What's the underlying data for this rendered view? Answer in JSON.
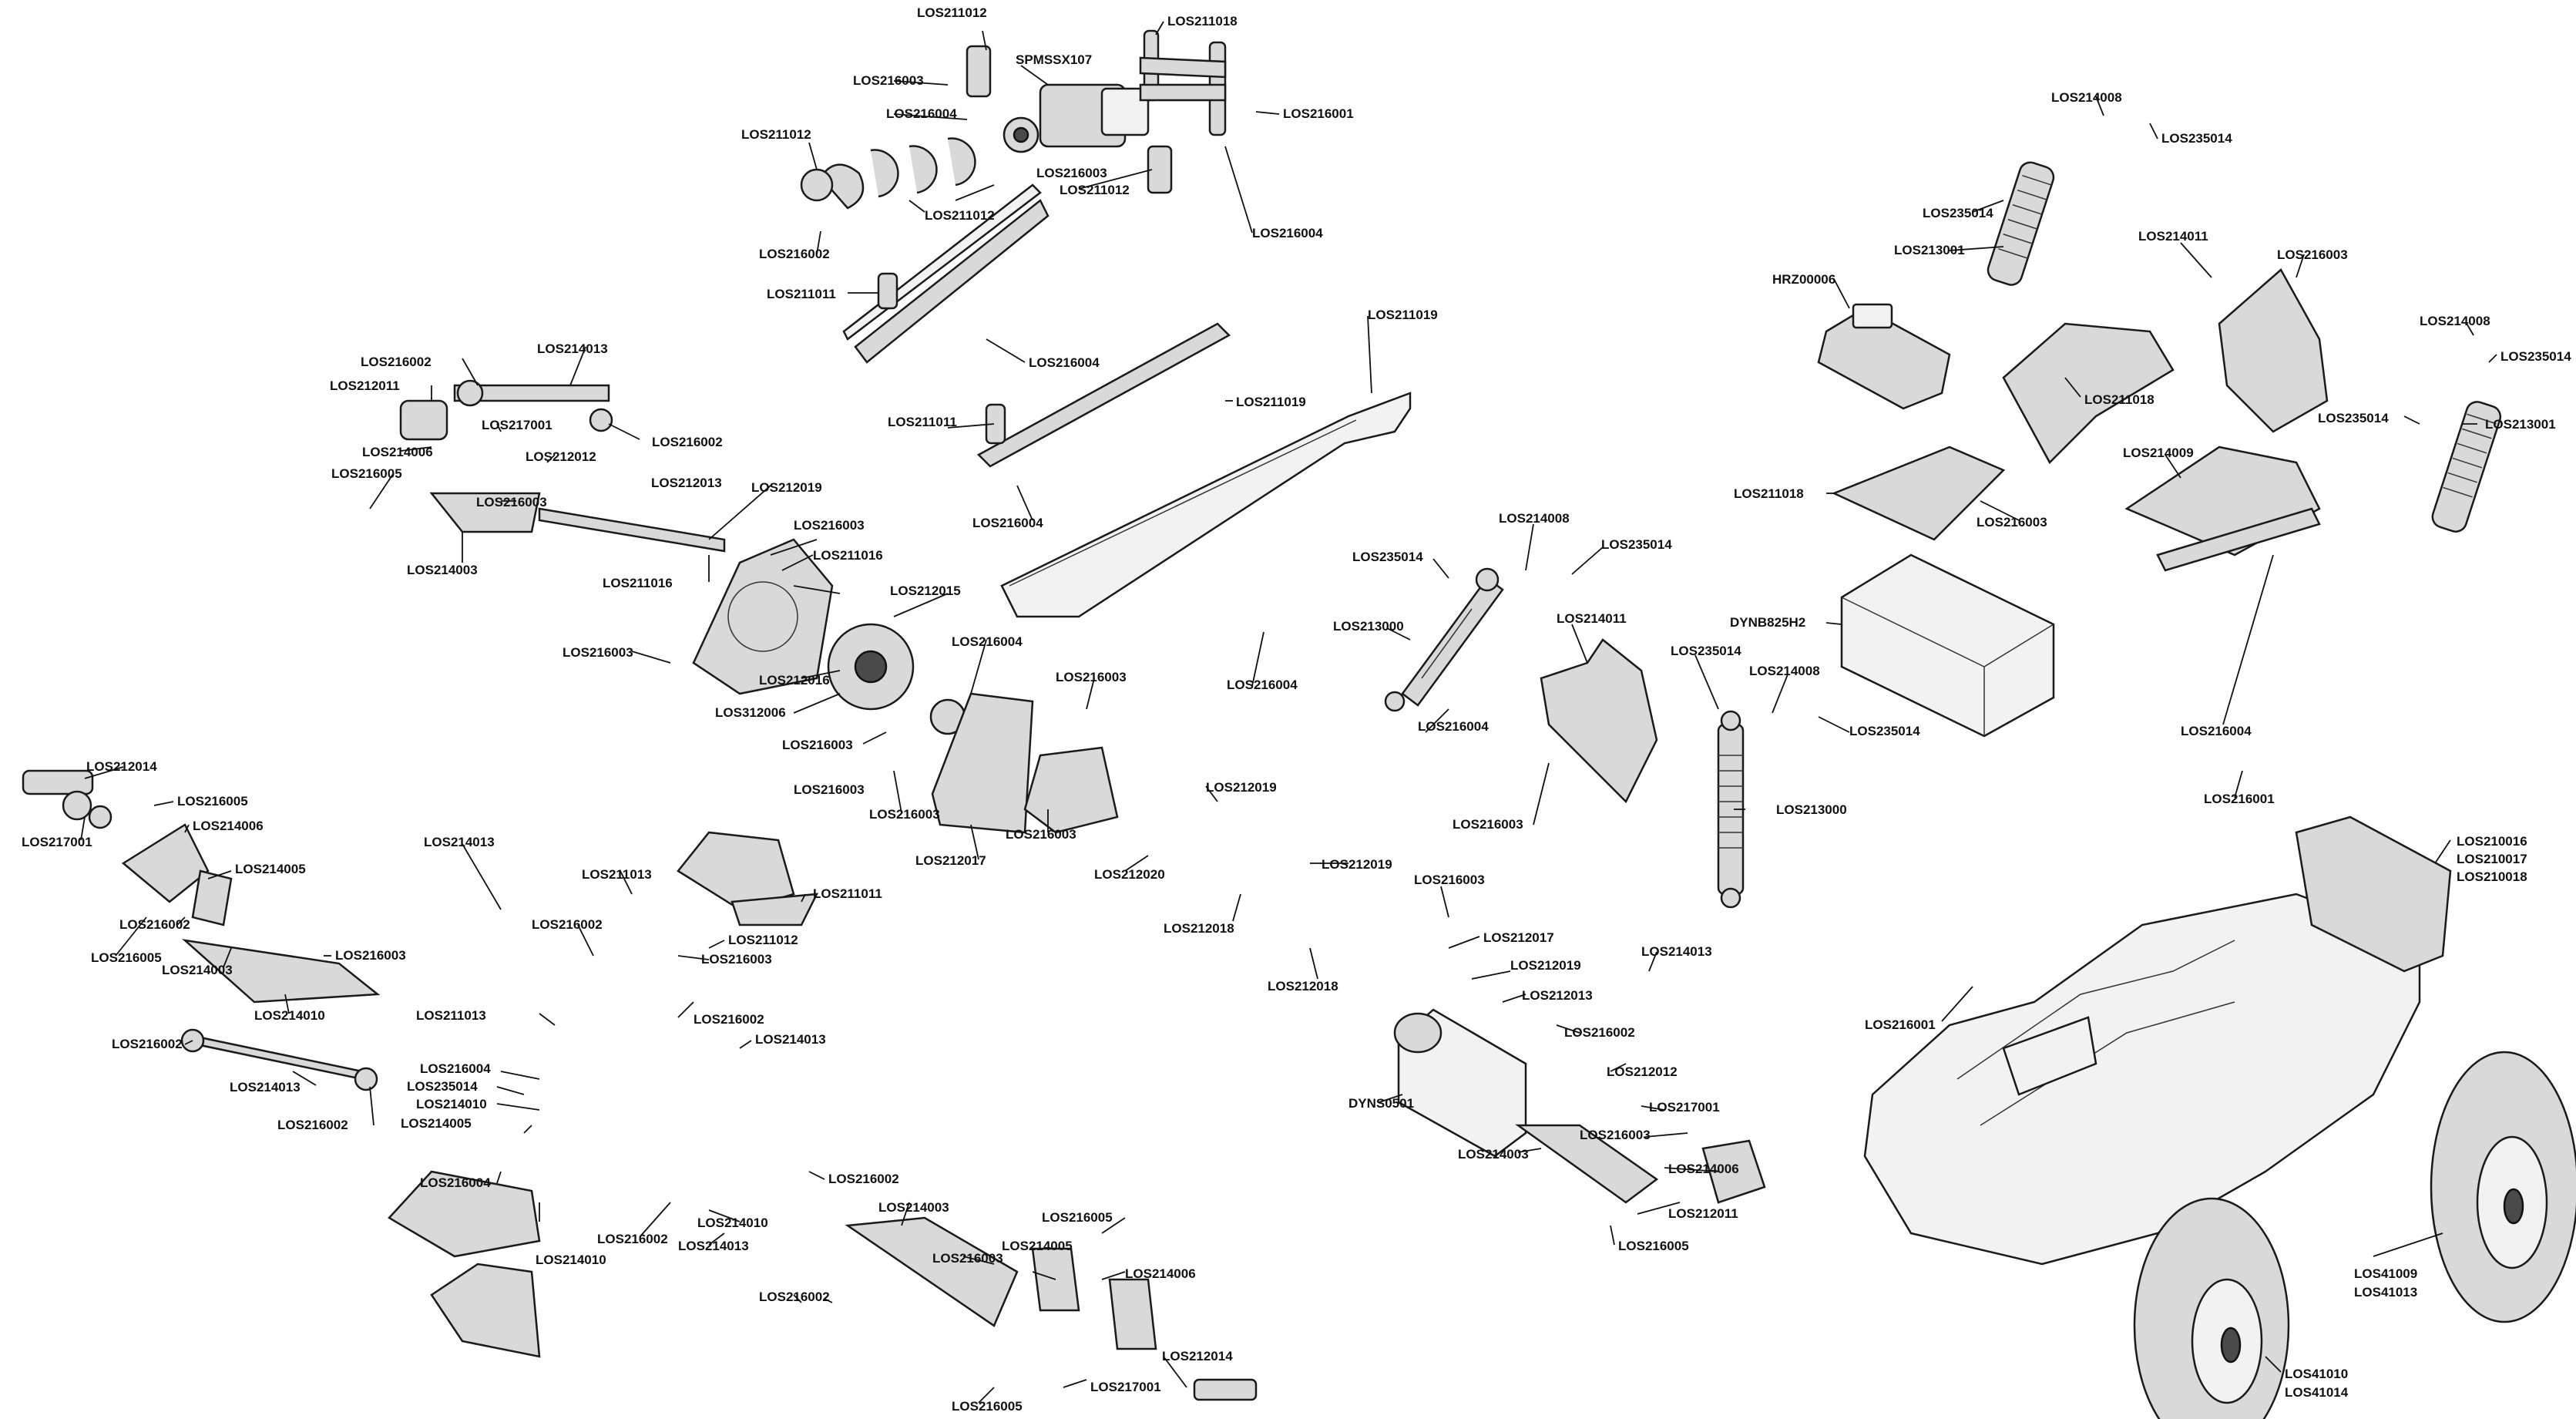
{
  "labels": [
    "LOS211012",
    "LOS211018",
    "SPMSSX107",
    "LOS216003",
    "LOS216004",
    "LOS216001",
    "LOS211012",
    "LOS216003",
    "LOS211012",
    "LOS211012",
    "LOS216004",
    "LOS216002",
    "LOS211011",
    "LOS216004",
    "LOS211019",
    "LOS216002",
    "LOS214013",
    "LOS212011",
    "LOS217001",
    "LOS216002",
    "LOS214006",
    "LOS212012",
    "LOS216005",
    "LOS216003",
    "LOS212013",
    "LOS212019",
    "LOS214003",
    "LOS216003",
    "LOS211016",
    "LOS211016",
    "LOS211011",
    "LOS211019",
    "LOS216004",
    "LOS212015",
    "LOS216004",
    "LOS216003",
    "LOS212016",
    "LOS312006",
    "LOS216003",
    "LOS216003",
    "LOS216003",
    "LOS216003",
    "LOS212017",
    "LOS216003",
    "LOS216004",
    "LOS214008",
    "LOS235014",
    "LOS235014",
    "LOS214011",
    "LOS213000",
    "LOS216004",
    "LOS216003",
    "LOS235014",
    "LOS214008",
    "LOS235014",
    "LOS213000",
    "LOS214008",
    "LOS235014",
    "LOS235014",
    "LOS213001",
    "LOS214011",
    "LOS216003",
    "HRZ00006",
    "LOS211018",
    "LOS214008",
    "LOS235014",
    "LOS235014",
    "LOS213001",
    "LOS211018",
    "LOS216003",
    "LOS214009",
    "DYNB825H2",
    "LOS216004",
    "LOS216001",
    "LOS212014",
    "LOS216005",
    "LOS217001",
    "LOS214006",
    "LOS214005",
    "LOS216002",
    "LOS216005",
    "LOS214003",
    "LOS216003",
    "LOS214010",
    "LOS216002",
    "LOS214013",
    "LOS216002",
    "LOS214013",
    "LOS211013",
    "LOS216003",
    "LOS211011",
    "LOS216002",
    "LOS211012",
    "LOS211013",
    "LOS216004",
    "LOS235014",
    "LOS214010",
    "LOS214005",
    "LOS216002",
    "LOS214013",
    "LOS216004",
    "LOS214010",
    "LOS216002",
    "LOS216002",
    "LOS214010",
    "LOS214013",
    "LOS214003",
    "LOS216003",
    "LOS216005",
    "LOS214005",
    "LOS214006",
    "LOS212014",
    "LOS216002",
    "LOS217001",
    "LOS216005",
    "LOS212019",
    "LOS212020",
    "LOS212018",
    "LOS212019",
    "LOS212018",
    "LOS216003",
    "LOS212017",
    "LOS212019",
    "LOS212013",
    "LOS216002",
    "LOS214013",
    "LOS212012",
    "LOS217001",
    "LOS216003",
    "LOS214006",
    "LOS212011",
    "LOS216005",
    "LOS214003",
    "DYNS0501",
    "LOS216001",
    "LOS210016",
    "LOS210017",
    "LOS210018",
    "LOS41009",
    "LOS41013",
    "LOS41010",
    "LOS41014"
  ]
}
